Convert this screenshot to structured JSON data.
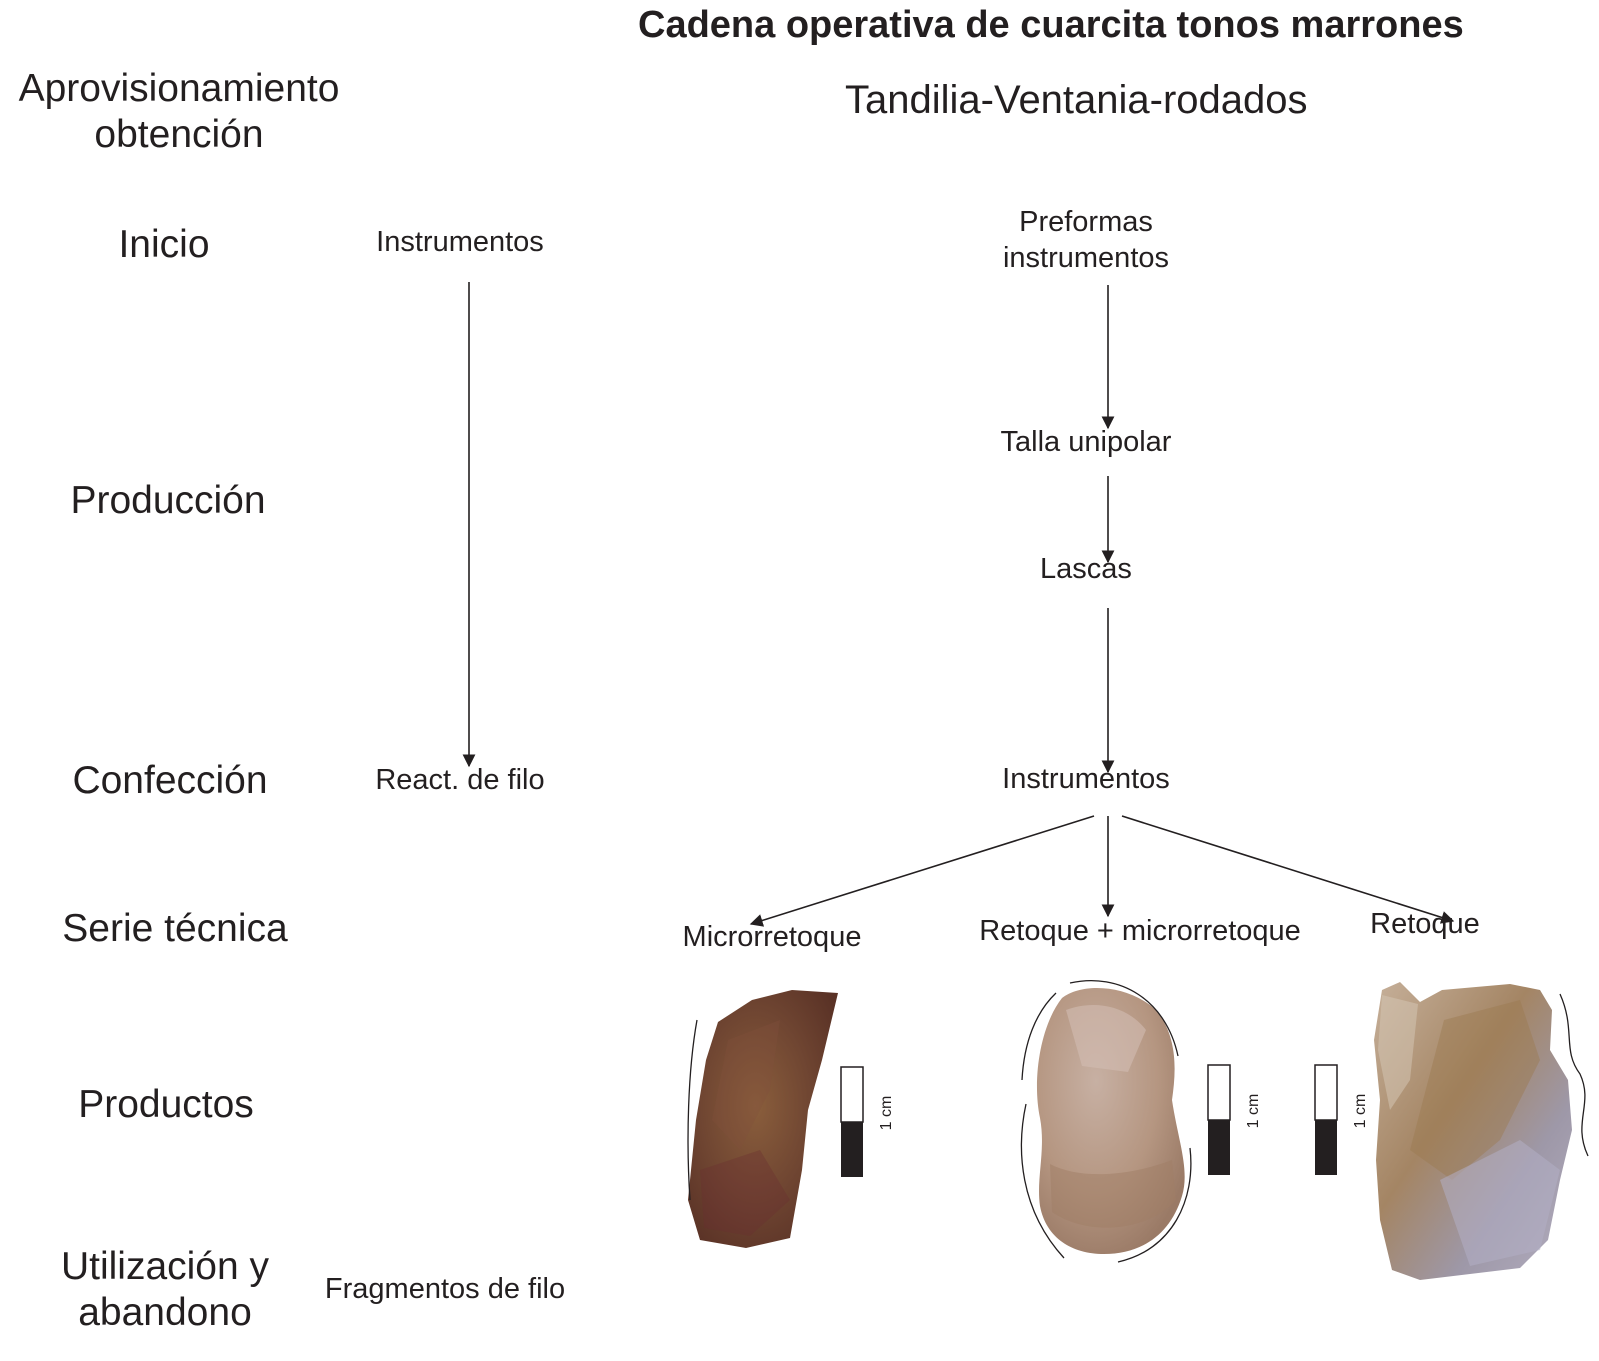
{
  "title": "Cadena operativa de cuarcita tonos marrones",
  "subtitle": "Tandilia-Ventania-rodados",
  "stages": {
    "aprovisionamiento_line1": "Aprovisionamiento",
    "aprovisionamiento_line2": "obtención",
    "inicio": "Inicio",
    "produccion": "Producción",
    "confeccion": "Confección",
    "serie_tecnica": "Serie técnica",
    "productos": "Productos",
    "utilizacion_line1": "Utilización y",
    "utilizacion_line2": "abandono"
  },
  "left_chain": {
    "instrumentos": "Instrumentos",
    "react_filo": "React. de filo",
    "fragmentos": "Fragmentos de filo"
  },
  "right_chain": {
    "preformas_line1": "Preformas",
    "preformas_line2": "instrumentos",
    "talla": "Talla unipolar",
    "lascas": "Lascas",
    "instrumentos": "Instrumentos",
    "microrretoque": "Microrretoque",
    "retoque_micro": "Retoque + microrretoque",
    "retoque": "Retoque"
  },
  "scale_bars": [
    "1 cm",
    "1 cm",
    "1 cm"
  ],
  "colors": {
    "text": "#231f20",
    "artifact_1": "#7a4f36",
    "artifact_2": "#b69a88",
    "artifact_3": "#a39a9f"
  }
}
